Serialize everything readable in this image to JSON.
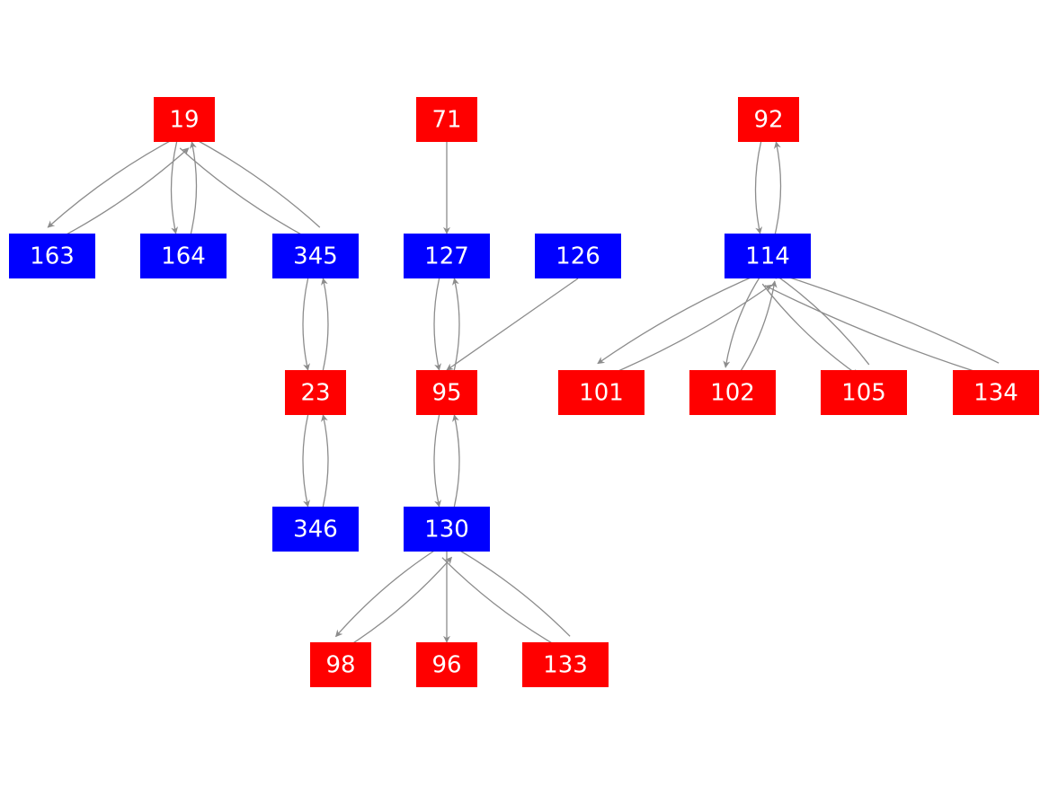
{
  "colors": {
    "red": "#ff0000",
    "blue": "#0000ff",
    "edge": "#8c8c8c",
    "label": "#ffffff",
    "background": "#ffffff"
  },
  "nodes": [
    {
      "id": "19",
      "label": "19",
      "color": "red"
    },
    {
      "id": "71",
      "label": "71",
      "color": "red"
    },
    {
      "id": "92",
      "label": "92",
      "color": "red"
    },
    {
      "id": "163",
      "label": "163",
      "color": "blue"
    },
    {
      "id": "164",
      "label": "164",
      "color": "blue"
    },
    {
      "id": "345",
      "label": "345",
      "color": "blue"
    },
    {
      "id": "127",
      "label": "127",
      "color": "blue"
    },
    {
      "id": "126",
      "label": "126",
      "color": "blue"
    },
    {
      "id": "114",
      "label": "114",
      "color": "blue"
    },
    {
      "id": "23",
      "label": "23",
      "color": "red"
    },
    {
      "id": "95",
      "label": "95",
      "color": "red"
    },
    {
      "id": "101",
      "label": "101",
      "color": "red"
    },
    {
      "id": "102",
      "label": "102",
      "color": "red"
    },
    {
      "id": "105",
      "label": "105",
      "color": "red"
    },
    {
      "id": "134",
      "label": "134",
      "color": "red"
    },
    {
      "id": "346",
      "label": "346",
      "color": "blue"
    },
    {
      "id": "130",
      "label": "130",
      "color": "blue"
    },
    {
      "id": "98",
      "label": "98",
      "color": "red"
    },
    {
      "id": "96",
      "label": "96",
      "color": "red"
    },
    {
      "id": "133",
      "label": "133",
      "color": "red"
    }
  ],
  "edges": [
    {
      "from": "19",
      "to": "163"
    },
    {
      "from": "163",
      "to": "19"
    },
    {
      "from": "19",
      "to": "164"
    },
    {
      "from": "164",
      "to": "19"
    },
    {
      "from": "19",
      "to": "345"
    },
    {
      "from": "345",
      "to": "19"
    },
    {
      "from": "345",
      "to": "23"
    },
    {
      "from": "23",
      "to": "345"
    },
    {
      "from": "23",
      "to": "346"
    },
    {
      "from": "346",
      "to": "23"
    },
    {
      "from": "71",
      "to": "127"
    },
    {
      "from": "127",
      "to": "95"
    },
    {
      "from": "95",
      "to": "127"
    },
    {
      "from": "126",
      "to": "95"
    },
    {
      "from": "95",
      "to": "130"
    },
    {
      "from": "130",
      "to": "95"
    },
    {
      "from": "130",
      "to": "98"
    },
    {
      "from": "98",
      "to": "130"
    },
    {
      "from": "130",
      "to": "96"
    },
    {
      "from": "130",
      "to": "133"
    },
    {
      "from": "133",
      "to": "130"
    },
    {
      "from": "92",
      "to": "114"
    },
    {
      "from": "114",
      "to": "92"
    },
    {
      "from": "114",
      "to": "101"
    },
    {
      "from": "101",
      "to": "114"
    },
    {
      "from": "114",
      "to": "102"
    },
    {
      "from": "102",
      "to": "114"
    },
    {
      "from": "114",
      "to": "105"
    },
    {
      "from": "105",
      "to": "114"
    },
    {
      "from": "114",
      "to": "134"
    },
    {
      "from": "134",
      "to": "114"
    }
  ]
}
